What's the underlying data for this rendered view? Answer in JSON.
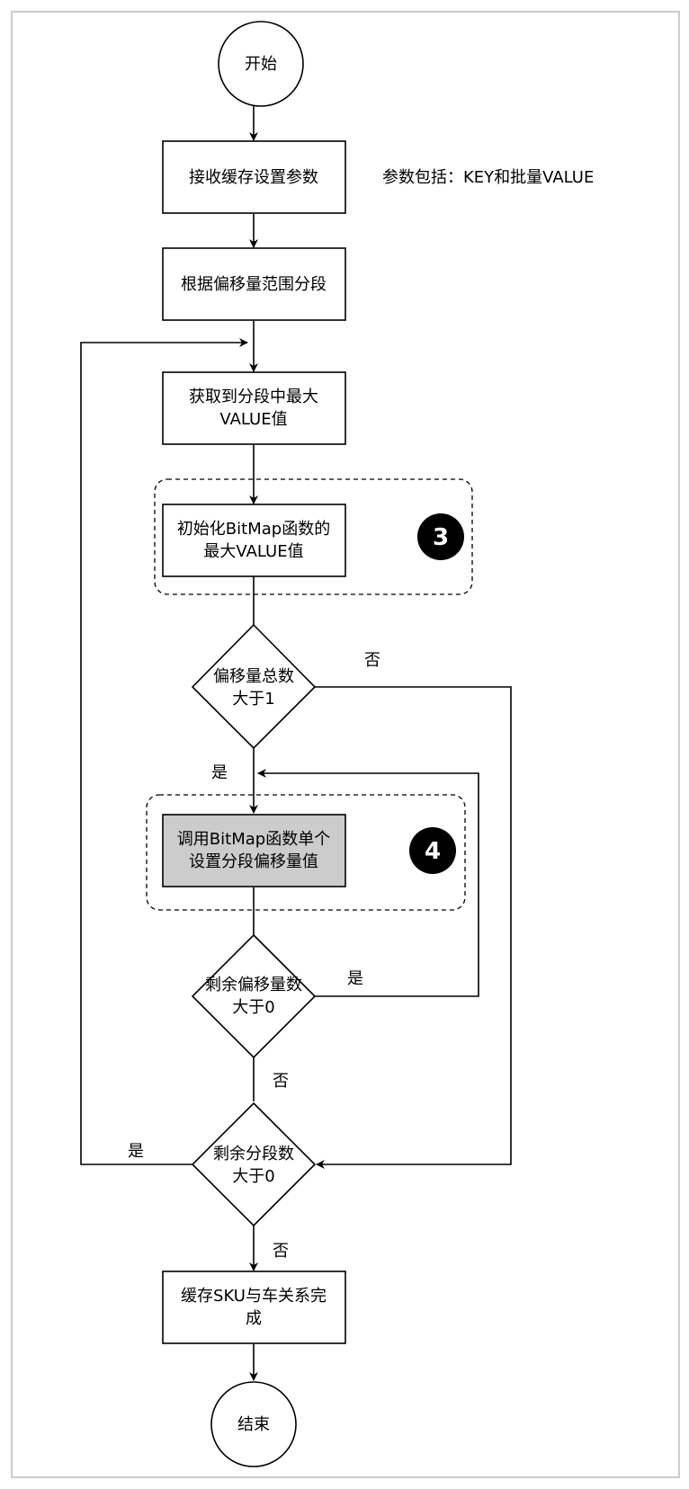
{
  "nodes": {
    "start": "开始",
    "receive_params": "接收缓存设置参数",
    "param_note": "参数包括：KEY和批量VALUE",
    "segment": "根据偏移量范围分段",
    "get_max": [
      "获取到分段中最大",
      "VALUE值"
    ],
    "init_bitmap": [
      "初始化BitMap函数的",
      "最大VALUE值"
    ],
    "offset_total_check": [
      "偏移量总数",
      "大于1"
    ],
    "call_bitmap": [
      "调用BitMap函数单个",
      "设置分段偏移量值"
    ],
    "remaining_offset_check": [
      "剩余偏移量数",
      "大于0"
    ],
    "remaining_segment_check": [
      "剩余分段数",
      "大于0"
    ],
    "cache_complete": [
      "缓存SKU与车关系完",
      "成"
    ],
    "end": "结束"
  },
  "badges": {
    "step3": "3",
    "step4": "4"
  },
  "edge_labels": {
    "offset_total_no": "否",
    "offset_total_yes": "是",
    "remaining_offset_yes": "是",
    "remaining_offset_no": "否",
    "remaining_segment_yes": "是",
    "remaining_segment_no": "否"
  },
  "colors": {
    "stroke": "#000000",
    "highlight_fill": "#cccccc",
    "badge_fill": "#000000",
    "frame": "#cccccc"
  }
}
